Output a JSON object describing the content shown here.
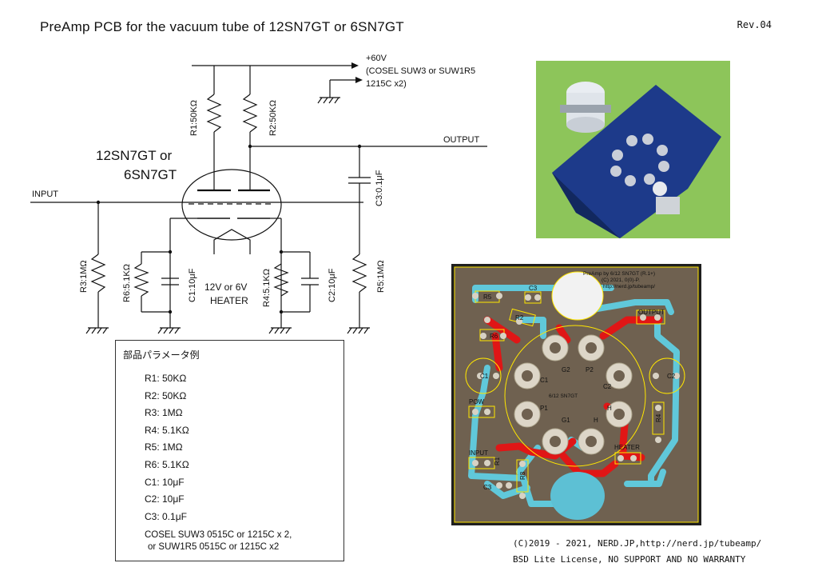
{
  "header": {
    "title": "PreAmp PCB for the vacuum tube of 12SN7GT or 6SN7GT",
    "revision": "Rev.04"
  },
  "schematic": {
    "supply_voltage": "+60V",
    "supply_line1": "(COSEL SUW3 or SUW1R5",
    "supply_line2": "1215C x2)",
    "output_label": "OUTPUT",
    "input_label": "INPUT",
    "tube_line1": "12SN7GT or",
    "tube_line2": "6SN7GT",
    "heater_line1": "12V or 6V",
    "heater_line2": "HEATER",
    "r1": "R1:50KΩ",
    "r2": "R2:50KΩ",
    "c3": "C3:0.1μF",
    "r3": "R3:1MΩ",
    "r6": "R6:5.1KΩ",
    "c1": "C1:10μF",
    "r4": "R4:5.1KΩ",
    "c2": "C2:10μF",
    "r5": "R5:1MΩ"
  },
  "parts": {
    "heading": "部品パラメータ例",
    "items": [
      "R1: 50KΩ",
      "R2: 50KΩ",
      "R3: 1MΩ",
      "R4: 5.1KΩ",
      "R5: 1MΩ",
      "R6: 5.1KΩ",
      "C1: 10μF",
      "C2: 10μF",
      "C3: 0.1μF"
    ],
    "note_line1": "COSEL SUW3 0515C or 1215C x  2,",
    "note_line2": "or SUW1R5 0515C or 1215C x2"
  },
  "pcb": {
    "title_line1": "PreAmp by 6/12 SN7GT (R.1+)",
    "title_line2": "(C) 2021, 0(0)-P.",
    "title_line3": "http://nerd.jp/tubeamp/",
    "center_label": "6/12 SN7GT",
    "r1": "R1",
    "r2": "R2",
    "r3": "R3",
    "r4": "R4",
    "r5": "R5",
    "r6": "R6",
    "c1": "C1",
    "c2": "C2",
    "c3": "C3",
    "pow": "POW",
    "input": "INPUT",
    "output": "OUTPUT",
    "heater": "HEATER",
    "pin_g1": "G1",
    "pin_g2": "G2",
    "pin_p1": "P1",
    "pin_p2": "P2",
    "pin_c1": "C1",
    "pin_c2": "C2",
    "pin_h1": "H",
    "pin_h2": "H"
  },
  "footer": {
    "copyright_line1": "(C)2019 - 2021, NERD.JP,http://nerd.jp/tubeamp/",
    "copyright_line2": "BSD Lite License, NO SUPPORT AND NO WARRANTY"
  }
}
